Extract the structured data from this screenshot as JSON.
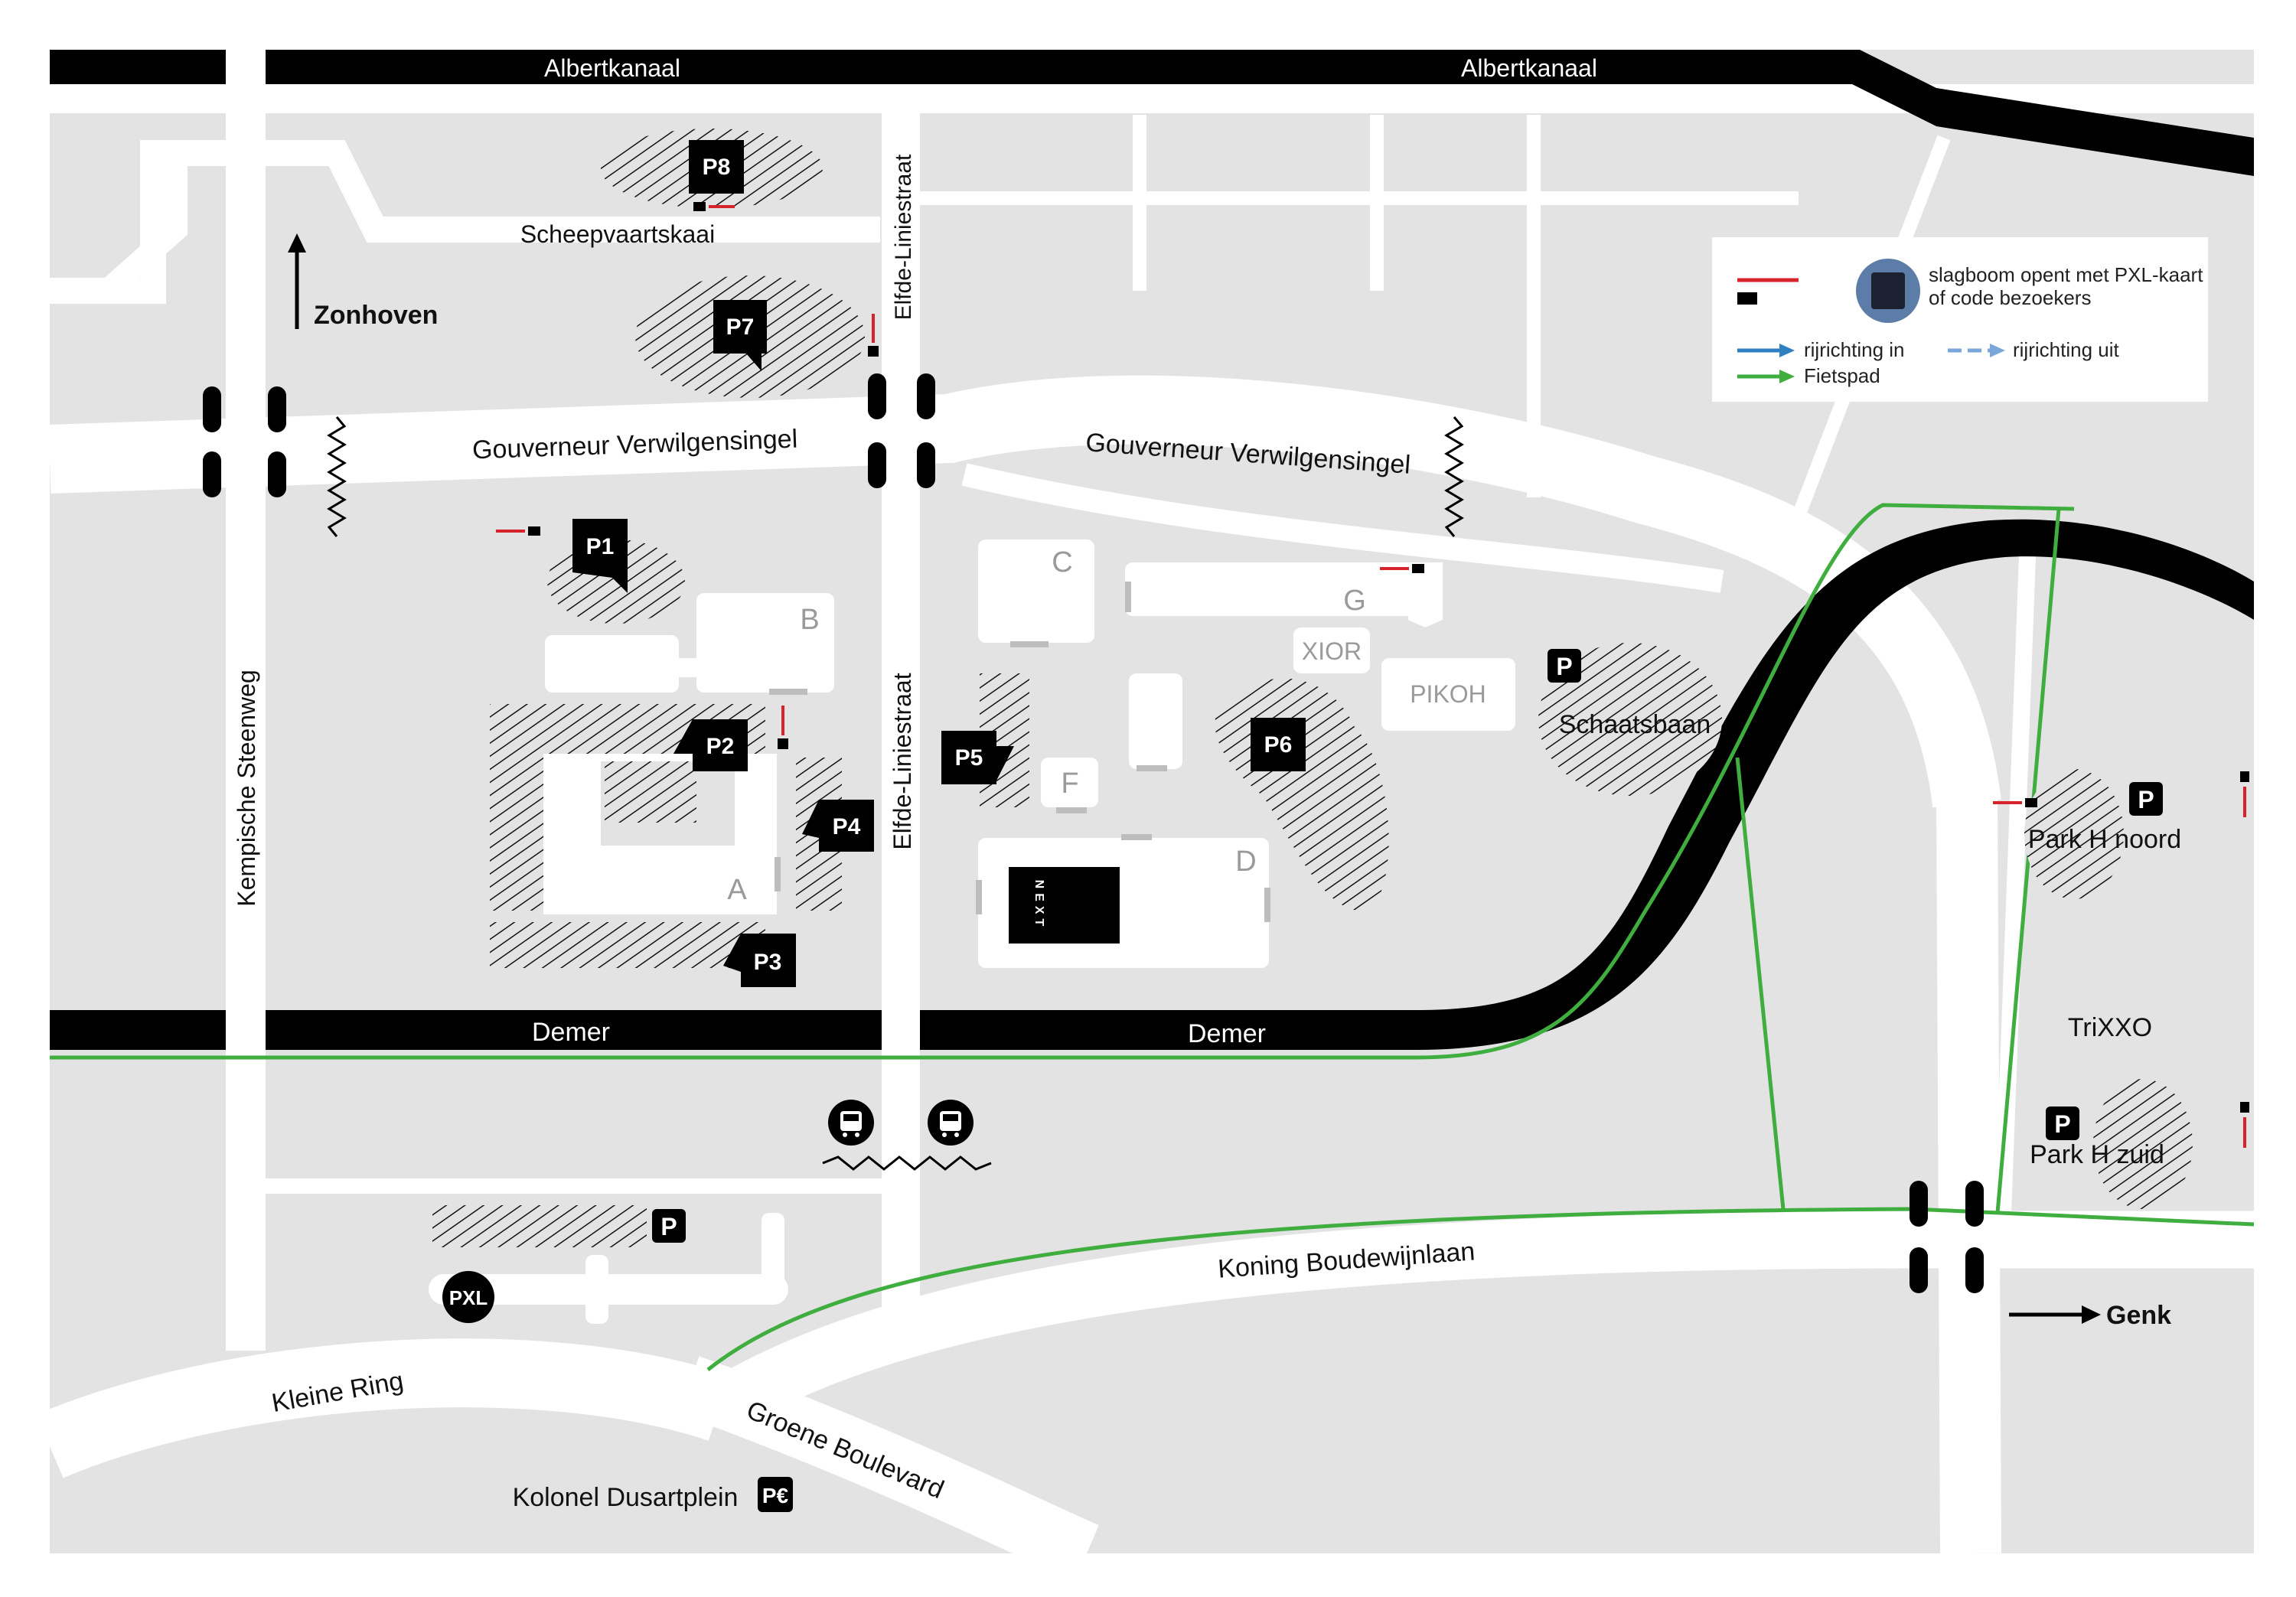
{
  "map": {
    "canal_labels": [
      "Albertkanaal",
      "Albertkanaal"
    ],
    "river_labels": [
      "Demer",
      "Demer"
    ],
    "streets": {
      "scheepvaartskaai": "Scheepvaartskaai",
      "gouverneur_west": "Gouverneur Verwilgensingel",
      "gouverneur_east": "Gouverneur Verwilgensingel",
      "kempische": "Kempische Steenweg",
      "elfde_north": "Elfde-Liniestraat",
      "elfde_south": "Elfde-Liniestraat",
      "koning": "Koning Boudewijnlaan",
      "kleine_ring": "Kleine Ring",
      "groene": "Groene Boulevard"
    },
    "directions": {
      "north": "Zonhoven",
      "east": "Genk"
    },
    "parkings": [
      "P1",
      "P2",
      "P3",
      "P4",
      "P5",
      "P6",
      "P7",
      "P8"
    ],
    "parking_sign": "P",
    "paid_parking_sign": "P€",
    "buildings": {
      "a": "A",
      "b": "B",
      "c": "C",
      "d": "D",
      "f": "F",
      "g": "G",
      "xior": "XIOR",
      "pikoh": "PIKOH"
    },
    "places": {
      "schaatsbaan": "Schaatsbaan",
      "park_h_noord": "Park H noord",
      "park_h_zuid": "Park H zuid",
      "trixxo": "TriXXO",
      "kolonel": "Kolonel Dusartplein"
    },
    "logos": {
      "pxl": "PXL",
      "next": "NEXT"
    }
  },
  "legend": {
    "barrier_line1": "slagboom opent met PXL-kaart",
    "barrier_line2": "of code bezoekers",
    "direction_in": "rijrichting in",
    "direction_out": "rijrichting uit",
    "bike_path": "Fietspad"
  },
  "colors": {
    "land": "#e3e3e3",
    "road": "#ffffff",
    "water": "#000000",
    "bike_path": "#3fae3f",
    "barrier": "#d7232a",
    "direction_in": "#2f7fc1",
    "direction_out": "#7aa6d9"
  }
}
